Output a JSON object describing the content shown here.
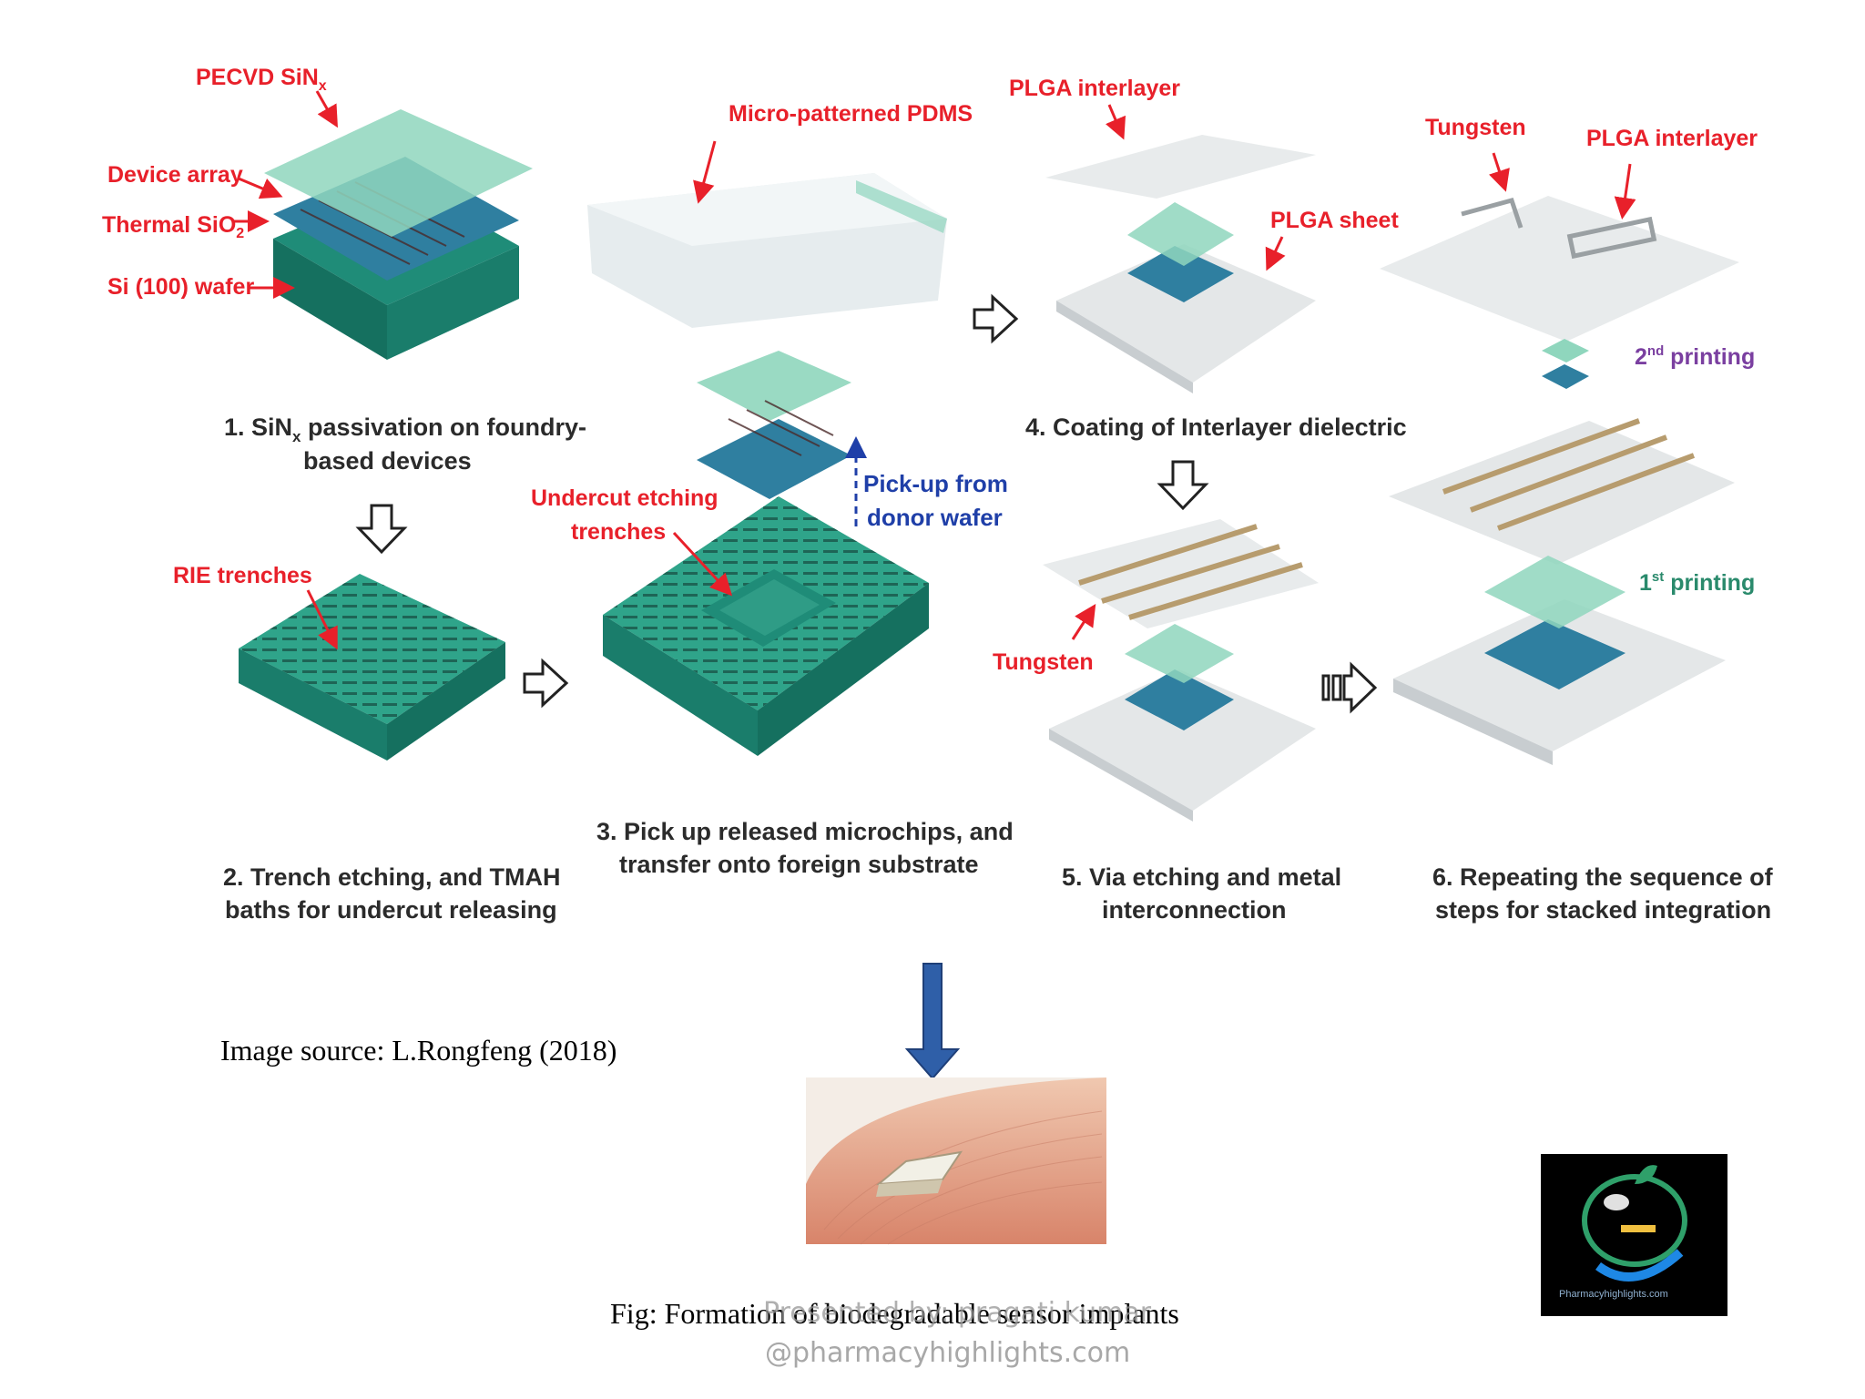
{
  "step1": {
    "labels": {
      "pecvd": "PECVD SiN",
      "pecvd_sub": "x",
      "device_array": "Device array",
      "thermal": "Thermal SiO",
      "thermal_sub": "2",
      "wafer": "Si (100) wafer"
    },
    "caption_line1_pre": "1. SiN",
    "caption_line1_sub": "x",
    "caption_line1_post": " passivation on foundry-",
    "caption_line2": "based devices"
  },
  "step2": {
    "label": "RIE trenches",
    "caption_line1": "2. Trench etching, and TMAH",
    "caption_line2": "baths for undercut releasing"
  },
  "step3": {
    "pdms_label": "Micro-patterned PDMS",
    "undercut_line1": "Undercut etching",
    "undercut_line2": "trenches",
    "pickup_line1": "Pick-up from",
    "pickup_line2": "donor wafer",
    "caption_line1": "3. Pick up released microchips, and",
    "caption_line2": "transfer onto foreign substrate"
  },
  "step4": {
    "interlayer_label": "PLGA interlayer",
    "sheet_label": "PLGA sheet",
    "caption": "4. Coating of Interlayer dielectric"
  },
  "step5": {
    "tungsten_label": "Tungsten",
    "caption_line1": "5. Via etching and metal",
    "caption_line2": "interconnection"
  },
  "step6": {
    "tungsten_label": "Tungsten",
    "interlayer_label": "PLGA interlayer",
    "second_print": "2",
    "second_print_sup": "nd",
    "second_print_word": " printing",
    "first_print": "1",
    "first_print_sup": "st",
    "first_print_word": " printing",
    "caption_line1": "6. Repeating the sequence of",
    "caption_line2": "steps for stacked integration"
  },
  "source_text": "Image source: L.Rongfeng (2018)",
  "figure_caption": "Fig: Formation of biodegradable sensor implants",
  "overlay_line1": "Presented by: pragati kumar",
  "overlay_line2": "@pharmacyhighlights.com",
  "logo_text": "Pharmacyhighlights.com",
  "colors": {
    "teal_dark": "#1f8c78",
    "teal_light": "#8fd6bd",
    "blue_layer": "#2f7fa0",
    "label_red": "#e8202a",
    "label_blue": "#1f3fa8",
    "arrow_blue": "#2f5fa8"
  }
}
